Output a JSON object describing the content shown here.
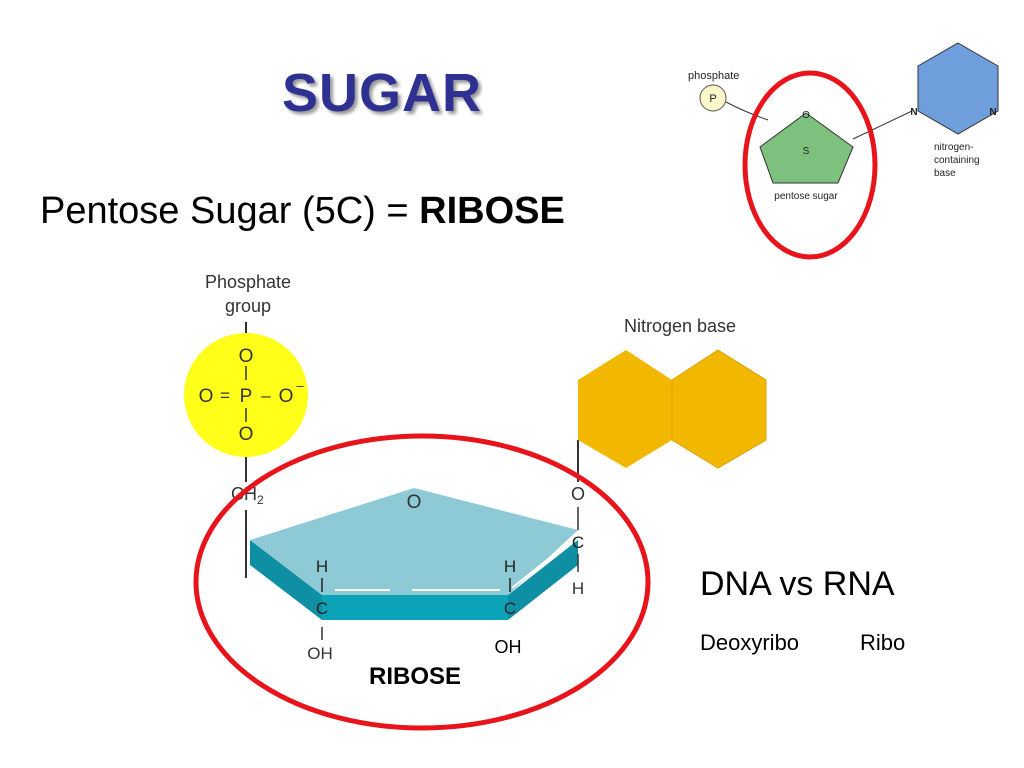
{
  "slide": {
    "title": "SUGAR",
    "subtitle_prefix": "Pentose Sugar (5C) = ",
    "subtitle_emphasis": "RIBOSE"
  },
  "mini_diagram": {
    "phosphate_label": "phosphate",
    "phosphate_symbol": "P",
    "sugar_oxygen": "O",
    "sugar_symbol": "S",
    "sugar_label": "pentose sugar",
    "base_n1": "N",
    "base_n2": "N",
    "base_label_1": "nitrogen-",
    "base_label_2": "containing",
    "base_label_3": "base"
  },
  "main_diagram": {
    "phosphate_title_1": "Phosphate",
    "phosphate_title_2": "group",
    "phosphate_o_top": "O",
    "phosphate_o_left": "O",
    "phosphate_eq": "=",
    "phosphate_p": "P",
    "phosphate_dash": "–",
    "phosphate_o_right": "O",
    "phosphate_charge": "–",
    "phosphate_o_bottom": "O",
    "ch2": "CH",
    "ch2_sub": "2",
    "ring_oxygen": "O",
    "nitrogen_base_title": "Nitrogen base",
    "link_o": "O",
    "right_c": "C",
    "right_h": "H",
    "left_h": "H",
    "left_c": "C",
    "mid_h": "H",
    "mid_c": "C",
    "left_oh": "OH",
    "right_oh": "OH",
    "ribose_label": "RIBOSE"
  },
  "comparison": {
    "title": "DNA vs RNA",
    "deoxy": "Deoxyribo",
    "ribo": "Ribo"
  },
  "colors": {
    "title": "#2e3192",
    "highlight_ring": "#e8141b",
    "phosphate_fill": "#ffff1a",
    "sugar_top": "#8ec9d6",
    "sugar_side": "#0aa3b8",
    "base_fill": "#f2b800",
    "mini_sugar": "#7ec17e",
    "mini_base": "#6e9fdc"
  }
}
